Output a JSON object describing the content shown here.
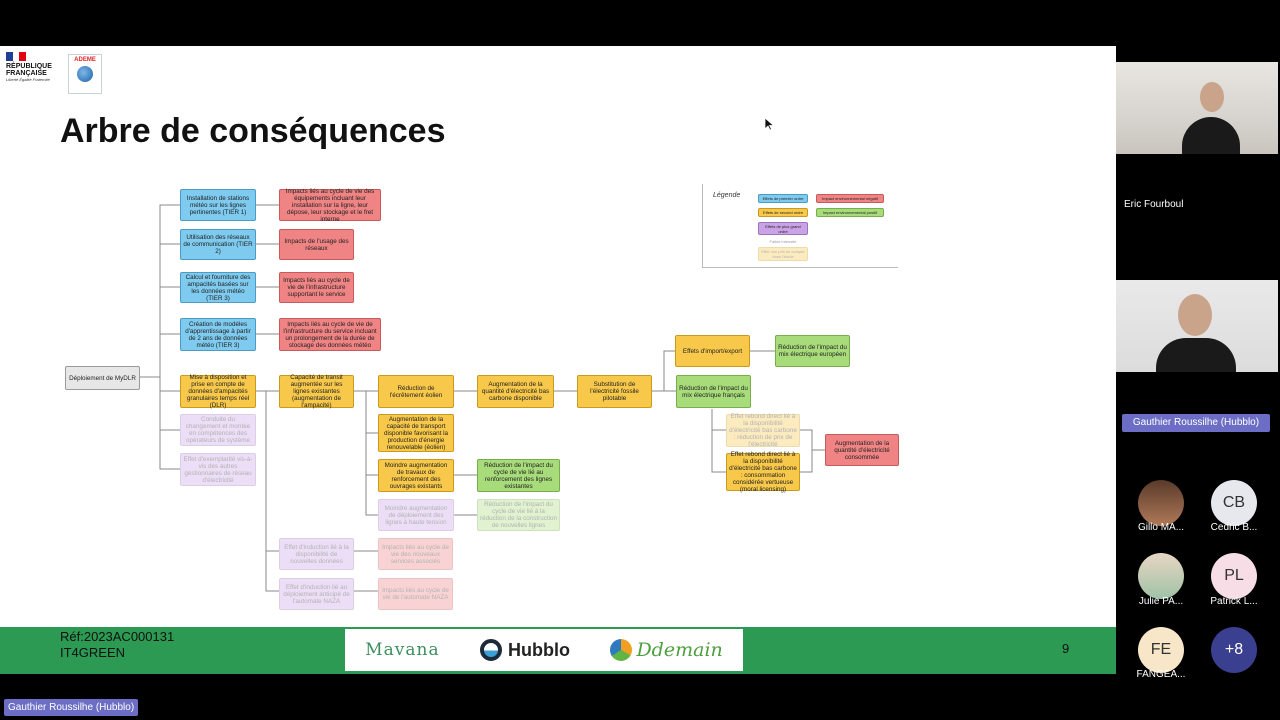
{
  "slide": {
    "title": "Arbre de conséquences",
    "logo_rf": {
      "line1": "RÉPUBLIQUE",
      "line2": "FRANÇAISE",
      "motto": "Liberté Égalité Fraternité"
    },
    "logo_ademe": {
      "label": "ADEME"
    },
    "legend": {
      "title": "Légende",
      "items": [
        {
          "label": "Effets de premier ordre",
          "color": "blue"
        },
        {
          "label": "Impact environnemental négatif",
          "color": "red"
        },
        {
          "label": "Effets de second ordre",
          "color": "yellow"
        },
        {
          "label": "Impact environnemental positif",
          "color": "green"
        },
        {
          "label": "Effets de plus grand ordre",
          "color": "purple"
        },
        {
          "label": "Faible intensité",
          "color": "none"
        },
        {
          "label": "Effet non pris en compte dans l'étude",
          "color": "faded"
        }
      ]
    },
    "nodes": {
      "root": "Déploiement de MyDLR",
      "b1": "Installation de stations météo sur les lignes pertinentes (TIER 1)",
      "b1r": "Impacts liés au cycle de vie des équipements incluant leur installation sur la ligne, leur dépose, leur stockage et le fret interne",
      "b2": "Utilisation des réseaux de communication (TIER 2)",
      "b2r": "Impacts de l'usage des réseaux",
      "b3": "Calcul et fourniture des ampacités basées sur les données météo (TIER 3)",
      "b3r": "Impacts liés au cycle de vie de l'infrastructure supportant le service",
      "b4": "Création de modèles d'apprentissage à partir de 2 ans de données météo (TIER 3)",
      "b4r": "Impacts liés au cycle de vie de l'infrastructure du service incluant un prolongement de la durée de stockage des données météo",
      "b5": "Mise à disposition et prise en compte de données d'ampacités granulaires temps réel (DLR)",
      "b6": "Conduite du changement et montée en compétences des opérateurs de système",
      "b7": "Effet d'exemplarité vis-à-vis des autres gestionnaires de réseau d'électricité",
      "cap": "Capacité de transit augmentée sur les lignes existantes (augmentation de l'ampacité)",
      "ecr": "Réduction de l'écrêtement éolien",
      "aug": "Augmentation de la capacité de transport disponible favorisant la production d'énergie renouvelable (éolien)",
      "moin": "Moindre augmentation de travaux de renforcement des ouvrages existants",
      "moin2": "Moindre augmentation de déploiement des lignes à haute tension",
      "qte": "Augmentation de la quantité d'électricité bas carbone disponible",
      "sub": "Substitution de l'électricité fossile pilotable",
      "imp": "Effets d'import/export",
      "red_eu": "Réduction de l'impact du mix électrique européen",
      "red_fr": "Réduction de l'impact du mix électrique français",
      "reb1": "Effet rebond direct lié à la disponibilité d'électricité bas carbone : réduction de prix de l'électricité",
      "reb2": "Effet rebond direct lié à la disponibilité d'électricité bas carbone : consommation considérée vertueuse (moral licensing)",
      "aug_conso": "Augmentation de la quantité d'électricité consommée",
      "red_cycle": "Réduction de l'impact du cycle de vie lié au renforcement des lignes existantes",
      "red_cycle2": "Réduction de l'impact du cycle de vie lié à la réduction de la construction de nouvelles lignes",
      "ind1": "Effet d'induction lié à la disponibilité de nouvelles données",
      "ind1r": "Impacts liés au cycle de vie des nouveaux services associés",
      "ind2": "Effet d'induction lié au déploiement anticipé de l'automate NAZA",
      "ind2r": "Impacts liés au cycle de vie de l'automate NAZA"
    },
    "footer": {
      "ref_line1": "Réf:2023AC000131",
      "ref_line2": "IT4GREEN",
      "logo_mavana": "Mavana",
      "logo_hubblo": "Hubblo",
      "logo_ddemain": "Ddemain",
      "page": "9"
    },
    "colors": {
      "footer_green": "#2c9a52",
      "blue": "#7ecbef",
      "red": "#f08484",
      "yellow": "#f7c84a",
      "green": "#a8dc7a",
      "purple": "#c9a3e6"
    }
  },
  "participants": {
    "eric": {
      "name": "Eric Fourboul"
    },
    "gauthier": {
      "name": "Gauthier Roussilhe (Hubblo)"
    },
    "avatars": [
      {
        "initials": "",
        "name": "Gillo MA..."
      },
      {
        "initials": "CB",
        "name": "Cedric B..."
      },
      {
        "initials": "",
        "name": "Julie PA..."
      },
      {
        "initials": "PL",
        "name": "Patrick L..."
      },
      {
        "initials": "FE",
        "name": "FANGEA..."
      },
      {
        "initials": "+8",
        "name": ""
      }
    ],
    "speaker_bottom": "Gauthier Roussilhe (Hubblo)"
  }
}
